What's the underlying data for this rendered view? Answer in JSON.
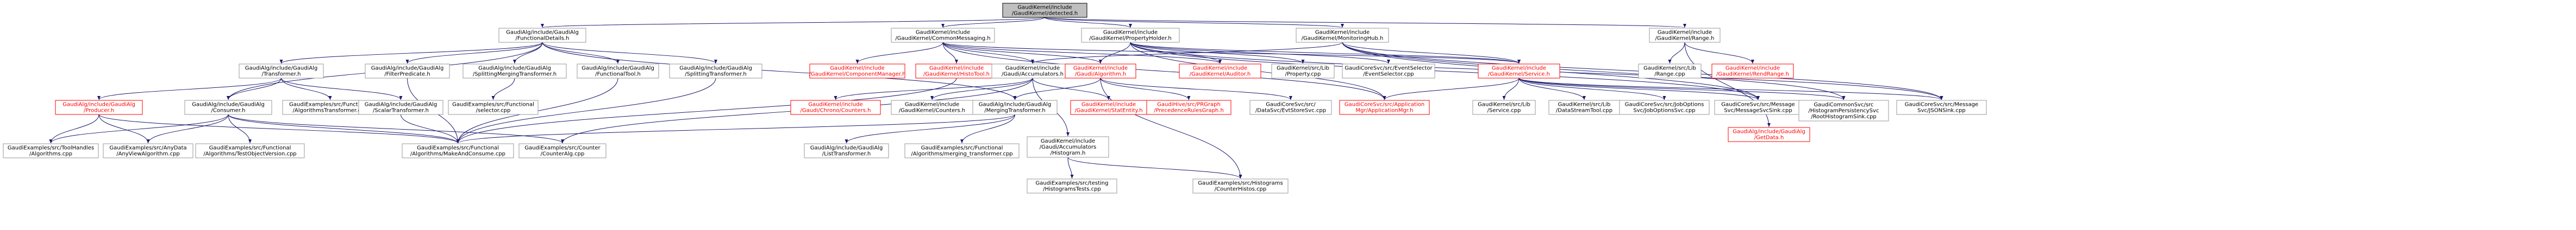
{
  "diagram": {
    "colors": {
      "edge": "#191970",
      "node_border": "#999999",
      "node_border_highlight": "#ff0000",
      "root_fill": "#bfbfbf",
      "text": "#000000",
      "text_highlight": "#ff0000"
    },
    "nodes": [
      {
        "id": "n_root",
        "lines": [
          "GaudiKernel/include",
          "/GaudiKernel/detected.h"
        ],
        "style": "root"
      },
      {
        "id": "n_fd",
        "lines": [
          "GaudiAlg/include/GaudiAlg",
          "/FunctionalDetails.h"
        ],
        "style": "normal"
      },
      {
        "id": "n_cm",
        "lines": [
          "GaudiKernel/include",
          "/GaudiKernel/CommonMessaging.h"
        ],
        "style": "normal"
      },
      {
        "id": "n_ph",
        "lines": [
          "GaudiKernel/include",
          "/GaudiKernel/PropertyHolder.h"
        ],
        "style": "normal"
      },
      {
        "id": "n_mh",
        "lines": [
          "GaudiKernel/include",
          "/GaudiKernel/MonitoringHub.h"
        ],
        "style": "normal"
      },
      {
        "id": "n_range",
        "lines": [
          "GaudiKernel/include",
          "/GaudiKernel/Range.h"
        ],
        "style": "normal"
      },
      {
        "id": "n_tr",
        "lines": [
          "GaudiAlg/include/GaudiAlg",
          "/Transformer.h"
        ],
        "style": "normal"
      },
      {
        "id": "n_fp",
        "lines": [
          "GaudiAlg/include/GaudiAlg",
          "/FilterPredicate.h"
        ],
        "style": "normal"
      },
      {
        "id": "n_smt",
        "lines": [
          "GaudiAlg/include/GaudiAlg",
          "/SplittingMergingTransformer.h"
        ],
        "style": "normal"
      },
      {
        "id": "n_ft",
        "lines": [
          "GaudiAlg/include/GaudiAlg",
          "/FunctionalTool.h"
        ],
        "style": "normal"
      },
      {
        "id": "n_st",
        "lines": [
          "GaudiAlg/include/GaudiAlg",
          "/SplittingTransformer.h"
        ],
        "style": "normal"
      },
      {
        "id": "n_cmgr",
        "lines": [
          "GaudiKernel/include",
          "/GaudiKernel/ComponentManager.h"
        ],
        "style": "highlight"
      },
      {
        "id": "n_histo",
        "lines": [
          "GaudiKernel/include",
          "/GaudiKernel/HistoTool.h"
        ],
        "style": "highlight"
      },
      {
        "id": "n_acc",
        "lines": [
          "GaudiKernel/include",
          "/Gaudi/Accumulators.h"
        ],
        "style": "normal"
      },
      {
        "id": "n_algo",
        "lines": [
          "GaudiKernel/include",
          "/Gaudi/Algorithm.h"
        ],
        "style": "highlight"
      },
      {
        "id": "n_aud",
        "lines": [
          "GaudiKernel/include",
          "/GaudiKernel/Auditor.h"
        ],
        "style": "highlight"
      },
      {
        "id": "n_prop",
        "lines": [
          "GaudiKernel/src/Lib",
          "/Property.cpp"
        ],
        "style": "normal"
      },
      {
        "id": "n_evsel",
        "lines": [
          "GaudiCoreSvc/src/EventSelector",
          "/EventSelector.cpp"
        ],
        "style": "normal"
      },
      {
        "id": "n_svc",
        "lines": [
          "GaudiKernel/include",
          "/GaudiKernel/Service.h"
        ],
        "style": "highlight"
      },
      {
        "id": "n_rangelib",
        "lines": [
          "GaudiKernel/src/Lib",
          "/Range.cpp"
        ],
        "style": "normal"
      },
      {
        "id": "n_rr",
        "lines": [
          "GaudiKernel/include",
          "/GaudiKernel/RendRange.h"
        ],
        "style": "highlight"
      },
      {
        "id": "n_prod",
        "lines": [
          "GaudiAlg/include/GaudiAlg",
          "/Producer.h"
        ],
        "style": "highlight"
      },
      {
        "id": "n_cons",
        "lines": [
          "GaudiAlg/include/GaudiAlg",
          "/Consumer.h"
        ],
        "style": "normal"
      },
      {
        "id": "n_ex_ftr",
        "lines": [
          "GaudiExamples/src/Functional",
          "/AlgorithmsTransformer.cpp"
        ],
        "style": "normal"
      },
      {
        "id": "n_sctr",
        "lines": [
          "GaudiAlg/include/GaudiAlg",
          "/ScalarTransformer.h"
        ],
        "style": "normal"
      },
      {
        "id": "n_sel",
        "lines": [
          "GaudiExamples/src/Functional",
          "/selector.cpp"
        ],
        "style": "normal"
      },
      {
        "id": "n_chrono",
        "lines": [
          "GaudiKernel/include",
          "/Gaudi/Chrono/Counters.h"
        ],
        "style": "highlight"
      },
      {
        "id": "n_counters",
        "lines": [
          "GaudiKernel/include",
          "/GaudiKernel/Counters.h"
        ],
        "style": "normal"
      },
      {
        "id": "n_mt",
        "lines": [
          "GaudiAlg/include/GaudiAlg",
          "/MergingTransformer.h"
        ],
        "style": "normal"
      },
      {
        "id": "n_stat",
        "lines": [
          "GaudiKernel/include",
          "/GaudiKernel/StatEntity.h"
        ],
        "style": "highlight"
      },
      {
        "id": "n_ipr",
        "lines": [
          "GaudiHive/src/PRGraph",
          "/PrecedenceRulesGraph.h"
        ],
        "style": "highlight"
      },
      {
        "id": "n_evsvc",
        "lines": [
          "GaudiCoreSvc/src/",
          "/DataSvc/EvtStoreSvc.cpp"
        ],
        "style": "normal"
      },
      {
        "id": "n_appmgr",
        "lines": [
          "GaudiCoreSvc/src/Application",
          "Mgr/ApplicationMgr.h"
        ],
        "style": "highlight"
      },
      {
        "id": "n_svccpp",
        "lines": [
          "GaudiKernel/src/Lib",
          "/Service.cpp"
        ],
        "style": "normal"
      },
      {
        "id": "n_dstream",
        "lines": [
          "GaudiKernel/src/Lib",
          "/DataStreamTool.cpp"
        ],
        "style": "normal"
      },
      {
        "id": "n_jobopt",
        "lines": [
          "GaudiCoreSvc/src/JobOptions",
          "Svc/JobOptionsSvc.cpp"
        ],
        "style": "normal"
      },
      {
        "id": "n_msgsink",
        "lines": [
          "GaudiCoreSvc/src/Message",
          "Svc/MessageSvcSink.cpp"
        ],
        "style": "normal"
      },
      {
        "id": "n_rootsink",
        "lines": [
          "GaudiCommonSvc/src",
          "/HistogramPersistencySvc",
          "/RootHistogramSink.cpp"
        ],
        "style": "normal"
      },
      {
        "id": "n_json",
        "lines": [
          "GaudiCoreSvc/src/Message",
          "Svc/JSONSink.cpp"
        ],
        "style": "normal"
      },
      {
        "id": "n_getdata",
        "lines": [
          "GaudiAlg/include/GaudiAlg",
          "/GetData.h"
        ],
        "style": "highlight"
      },
      {
        "id": "n_toolh",
        "lines": [
          "GaudiExamples/src/ToolHandles",
          "/Algorithms.cpp"
        ],
        "style": "normal"
      },
      {
        "id": "n_anyd",
        "lines": [
          "GaudiExamples/src/AnyData",
          "/AnyViewAlgorithm.cpp"
        ],
        "style": "normal"
      },
      {
        "id": "n_obj",
        "lines": [
          "GaudiExamples/src/Functional",
          "/Algorithms/TestObjectVersion.cpp"
        ],
        "style": "normal"
      },
      {
        "id": "n_mmc",
        "lines": [
          "GaudiExamples/src/Functional",
          "/Algorithms/MakeAndConsume.cpp"
        ],
        "style": "normal"
      },
      {
        "id": "n_cntr",
        "lines": [
          "GaudiExamples/src/Counter",
          "/CounterAlg.cpp"
        ],
        "style": "normal"
      },
      {
        "id": "n_list",
        "lines": [
          "GaudiAlg/include/GaudiAlg",
          "/ListTransformer.h"
        ],
        "style": "normal"
      },
      {
        "id": "n_mergetr",
        "lines": [
          "GaudiExamples/src/Functional",
          "/Algorithms/merging_transformer.cpp"
        ],
        "style": "normal"
      },
      {
        "id": "n_acchist",
        "lines": [
          "GaudiKernel/include",
          "/Gaudi/Accumulators",
          "/Histogram.h"
        ],
        "style": "normal"
      },
      {
        "id": "n_testhist",
        "lines": [
          "GaudiExamples/src/testing",
          "/HistogramsTests.cpp"
        ],
        "style": "normal"
      },
      {
        "id": "n_counthist",
        "lines": [
          "GaudiExamples/src/Histograms",
          "/CounterHistos.cpp"
        ],
        "style": "normal"
      }
    ],
    "edges": [
      [
        "n_root",
        "n_fd"
      ],
      [
        "n_root",
        "n_cm"
      ],
      [
        "n_root",
        "n_ph"
      ],
      [
        "n_root",
        "n_mh"
      ],
      [
        "n_root",
        "n_range"
      ],
      [
        "n_fd",
        "n_tr"
      ],
      [
        "n_fd",
        "n_fp"
      ],
      [
        "n_fd",
        "n_smt"
      ],
      [
        "n_fd",
        "n_ft"
      ],
      [
        "n_fd",
        "n_st"
      ],
      [
        "n_fd",
        "n_cons"
      ],
      [
        "n_fd",
        "n_mt"
      ],
      [
        "n_cm",
        "n_cmgr"
      ],
      [
        "n_cm",
        "n_histo"
      ],
      [
        "n_cm",
        "n_acc"
      ],
      [
        "n_cm",
        "n_algo"
      ],
      [
        "n_cm",
        "n_aud"
      ],
      [
        "n_cm",
        "n_svc"
      ],
      [
        "n_cm",
        "n_appmgr"
      ],
      [
        "n_ph",
        "n_aud"
      ],
      [
        "n_ph",
        "n_prop"
      ],
      [
        "n_ph",
        "n_evsel"
      ],
      [
        "n_ph",
        "n_svc"
      ],
      [
        "n_ph",
        "n_algo"
      ],
      [
        "n_ph",
        "n_appmgr"
      ],
      [
        "n_ph",
        "n_msgsink"
      ],
      [
        "n_ph",
        "n_json"
      ],
      [
        "n_mh",
        "n_svc"
      ],
      [
        "n_mh",
        "n_acc"
      ],
      [
        "n_mh",
        "n_rootsink"
      ],
      [
        "n_mh",
        "n_json"
      ],
      [
        "n_mh",
        "n_msgsink"
      ],
      [
        "n_range",
        "n_rangelib"
      ],
      [
        "n_range",
        "n_rr"
      ],
      [
        "n_range",
        "n_getdata"
      ],
      [
        "n_tr",
        "n_prod"
      ],
      [
        "n_tr",
        "n_cons"
      ],
      [
        "n_tr",
        "n_ex_ftr"
      ],
      [
        "n_tr",
        "n_sctr"
      ],
      [
        "n_fp",
        "n_mmc"
      ],
      [
        "n_smt",
        "n_sel"
      ],
      [
        "n_ft",
        "n_mmc"
      ],
      [
        "n_st",
        "n_mmc"
      ],
      [
        "n_histo",
        "n_mmc"
      ],
      [
        "n_acc",
        "n_chrono"
      ],
      [
        "n_acc",
        "n_counters"
      ],
      [
        "n_acc",
        "n_acchist"
      ],
      [
        "n_acc",
        "n_stat"
      ],
      [
        "n_acc",
        "n_cntr"
      ],
      [
        "n_algo",
        "n_ipr"
      ],
      [
        "n_algo",
        "n_evsvc"
      ],
      [
        "n_algo",
        "n_mt"
      ],
      [
        "n_algo",
        "n_counthist"
      ],
      [
        "n_svc",
        "n_appmgr"
      ],
      [
        "n_svc",
        "n_svccpp"
      ],
      [
        "n_svc",
        "n_dstream"
      ],
      [
        "n_svc",
        "n_jobopt"
      ],
      [
        "n_svc",
        "n_msgsink"
      ],
      [
        "n_svc",
        "n_rootsink"
      ],
      [
        "n_svc",
        "n_json"
      ],
      [
        "n_prod",
        "n_toolh"
      ],
      [
        "n_prod",
        "n_anyd"
      ],
      [
        "n_prod",
        "n_mmc"
      ],
      [
        "n_cons",
        "n_toolh"
      ],
      [
        "n_cons",
        "n_anyd"
      ],
      [
        "n_cons",
        "n_obj"
      ],
      [
        "n_cons",
        "n_mmc"
      ],
      [
        "n_cons",
        "n_cntr"
      ],
      [
        "n_sctr",
        "n_mmc"
      ],
      [
        "n_mt",
        "n_list"
      ],
      [
        "n_mt",
        "n_mergetr"
      ],
      [
        "n_mt",
        "n_mmc"
      ],
      [
        "n_acchist",
        "n_testhist"
      ],
      [
        "n_acchist",
        "n_counthist"
      ]
    ]
  }
}
